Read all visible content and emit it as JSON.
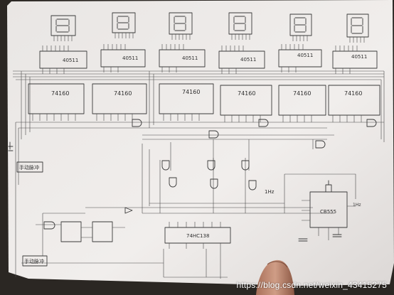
{
  "watermark": "https://blog.csdn.net/weixin_43415275",
  "labels": {
    "decoder": "40511",
    "counter": "74160",
    "mux": "74HC138",
    "timer": "CB555",
    "freq": "1Hz",
    "freq_right": "1Hz",
    "left_box": "手动脉冲",
    "bottom_box": "手动脉冲"
  }
}
